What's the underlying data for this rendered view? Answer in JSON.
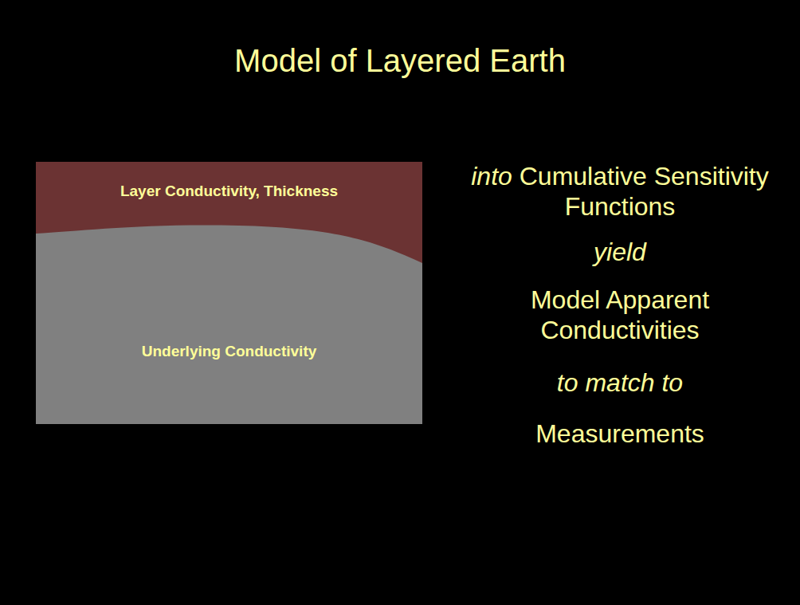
{
  "diagram": {
    "title": "Model of Layered Earth",
    "nodes": [
      {
        "text": [
          "Layer Conductivity, Thickness"
        ]
      },
      {
        "text": [
          "Underlying Conductivity"
        ]
      }
    ],
    "labels": [
      "into",
      "Cumulative Sensitivity Functions",
      "yield",
      "Model Apparent Conductivities",
      "to match to",
      "Measurements"
    ]
  }
}
